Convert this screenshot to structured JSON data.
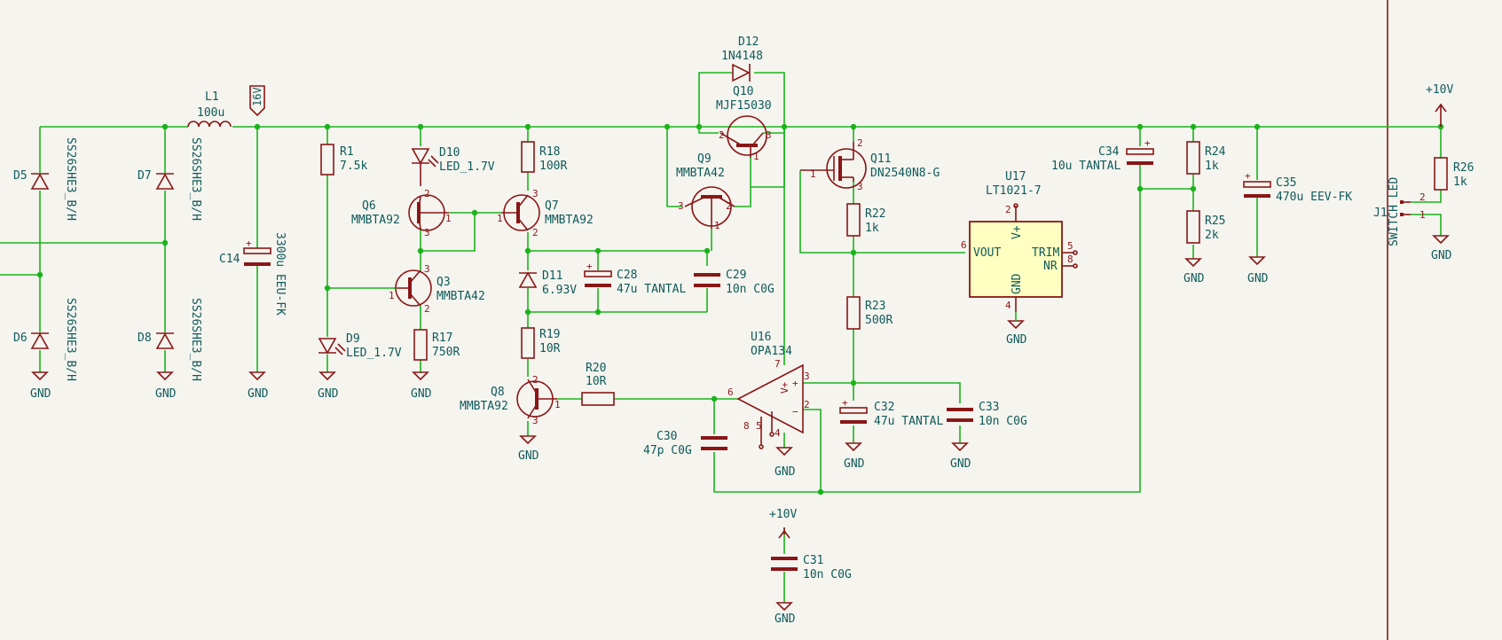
{
  "labels": {
    "d5": "D5",
    "d5v": "SS26SHE3_B/H",
    "d6": "D6",
    "d6v": "SS26SHE3_B/H",
    "d7": "D7",
    "d7v": "SS26SHE3_B/H",
    "d8": "D8",
    "d8v": "SS26SHE3_B/H",
    "l1": "L1",
    "l1v": "100u",
    "net16": "16V",
    "c14": "C14",
    "c14v": "3300u EEU-FK",
    "r1": "R1",
    "r1v": "7.5k",
    "d9": "D9",
    "d9v": "LED_1.7V",
    "d10": "D10",
    "d10v": "LED_1.7V",
    "q6": "Q6",
    "q6v": "MMBTA92",
    "q3": "Q3",
    "q3v": "MMBTA42",
    "r17": "R17",
    "r17v": "750R",
    "r18": "R18",
    "r18v": "100R",
    "q7": "Q7",
    "q7v": "MMBTA92",
    "d11": "D11",
    "d11v": "6.93V",
    "c28": "C28",
    "c28v": "47u TANTAL",
    "c29": "C29",
    "c29v": "10n C0G",
    "r19": "R19",
    "r19v": "10R",
    "q8": "Q8",
    "q8v": "MMBTA92",
    "r20": "R20",
    "r20v": "10R",
    "c30": "C30",
    "c30v": "47p C0G",
    "d12": "D12",
    "d12v": "1N4148",
    "q10": "Q10",
    "q10v": "MJF15030",
    "q9": "Q9",
    "q9v": "MMBTA42",
    "u16": "U16",
    "u16v": "OPA134",
    "q11": "Q11",
    "q11v": "DN2540N8-G",
    "r22": "R22",
    "r22v": "1k",
    "r23": "R23",
    "r23v": "500R",
    "c32": "C32",
    "c32v": "47u TANTAL",
    "c33": "C33",
    "c33v": "10n C0G",
    "u17": "U17",
    "u17v": "LT1021-7",
    "vout": "VOUT",
    "trim": "TRIM",
    "nr": "NR",
    "vplus": "V+",
    "gndpin": "GND",
    "c34": "C34",
    "c34v": "10u TANTAL",
    "r24": "R24",
    "r24v": "1k",
    "r25": "R25",
    "r25v": "2k",
    "c35": "C35",
    "c35v": "470u EEV-FK",
    "p10v_a": "+10V",
    "p10v_b": "+10V",
    "c31": "C31",
    "c31v": "10n C0G",
    "r26": "R26",
    "r26v": "1k",
    "j1": "J1",
    "j1v": "SWITCH LED",
    "gnd": "GND"
  },
  "pins": {
    "p1": "1",
    "p2": "2",
    "p3": "3",
    "p4": "4",
    "p5": "5",
    "p6": "6",
    "p7": "7",
    "p8": "8"
  }
}
